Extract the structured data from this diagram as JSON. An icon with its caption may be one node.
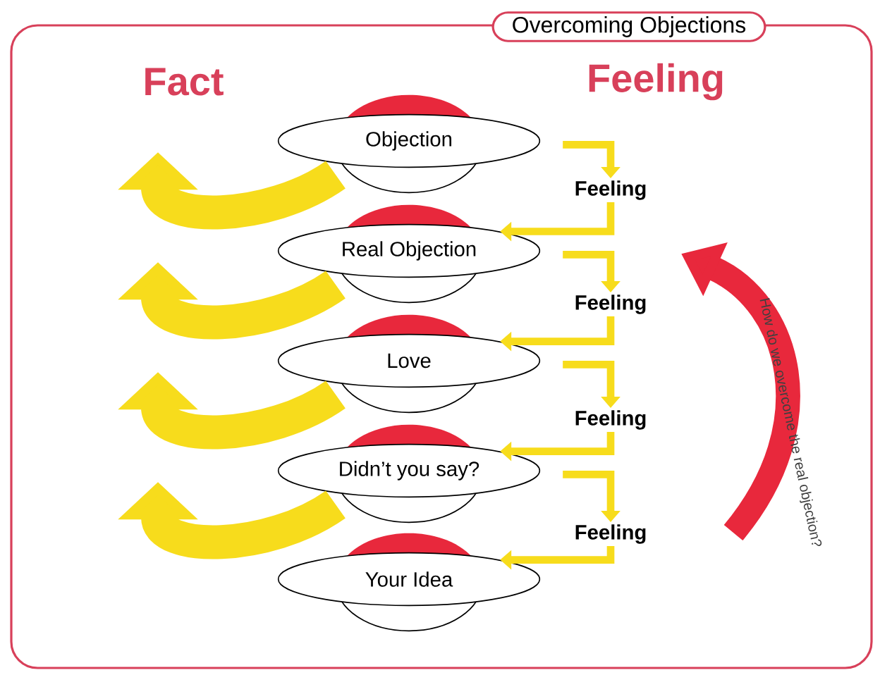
{
  "diagram": {
    "title": "Overcoming Objections",
    "nodes": [
      {
        "text": [
          "Objection"
        ]
      },
      {
        "text": [
          "Real Objection"
        ]
      },
      {
        "text": [
          "Love"
        ]
      },
      {
        "text": [
          "Didn’t you say?"
        ]
      },
      {
        "text": [
          "Your Idea"
        ]
      },
      {
        "text": [
          "Feeling"
        ]
      },
      {
        "text": [
          "Feeling"
        ]
      },
      {
        "text": [
          "Feeling"
        ]
      },
      {
        "text": [
          "Feeling"
        ]
      }
    ],
    "edges": [
      {
        "from": 0,
        "to": 5,
        "arrow": "to",
        "color": "#f7dc1c"
      },
      {
        "from": 5,
        "to": 1,
        "arrow": "to",
        "color": "#f7dc1c"
      },
      {
        "from": 1,
        "to": 6,
        "arrow": "to",
        "color": "#f7dc1c"
      },
      {
        "from": 6,
        "to": 2,
        "arrow": "to",
        "color": "#f7dc1c"
      },
      {
        "from": 2,
        "to": 7,
        "arrow": "to",
        "color": "#f7dc1c"
      },
      {
        "from": 7,
        "to": 3,
        "arrow": "to",
        "color": "#f7dc1c"
      },
      {
        "from": 3,
        "to": 8,
        "arrow": "to",
        "color": "#f7dc1c"
      },
      {
        "from": 8,
        "to": 4,
        "arrow": "to",
        "color": "#f7dc1c"
      },
      {
        "from": 0,
        "to": null,
        "arrow": "to",
        "style": "thick",
        "color": "#f7dc1c"
      },
      {
        "from": 1,
        "to": null,
        "arrow": "to",
        "style": "thick",
        "color": "#f7dc1c"
      },
      {
        "from": 2,
        "to": null,
        "arrow": "to",
        "style": "thick",
        "color": "#f7dc1c"
      },
      {
        "from": 3,
        "to": null,
        "arrow": "to",
        "style": "thick",
        "color": "#f7dc1c"
      }
    ],
    "labels": [
      "Fact",
      "Feeling",
      "How do we overcome the real objection?"
    ]
  }
}
